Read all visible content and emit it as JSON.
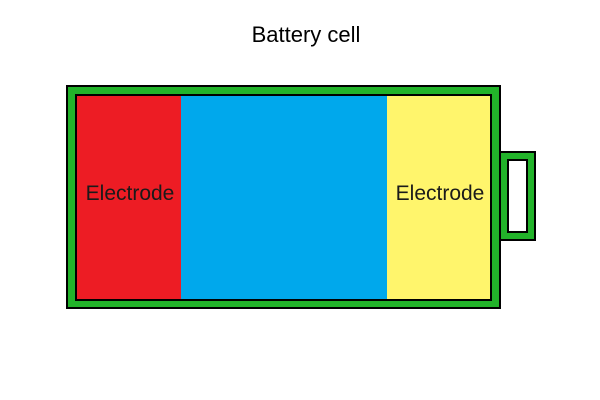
{
  "title": "Battery cell",
  "diagram": {
    "left_electrode": {
      "label": "Electrode",
      "color": "#ed1c24"
    },
    "electrolyte": {
      "color": "#00a8ec"
    },
    "right_electrode": {
      "label": "Electrode",
      "color": "#fff56c"
    },
    "casing": {
      "color": "#22b32a",
      "outline": "#000000"
    },
    "terminal": {
      "color": "#22b32a",
      "inner": "#ffffff"
    }
  }
}
